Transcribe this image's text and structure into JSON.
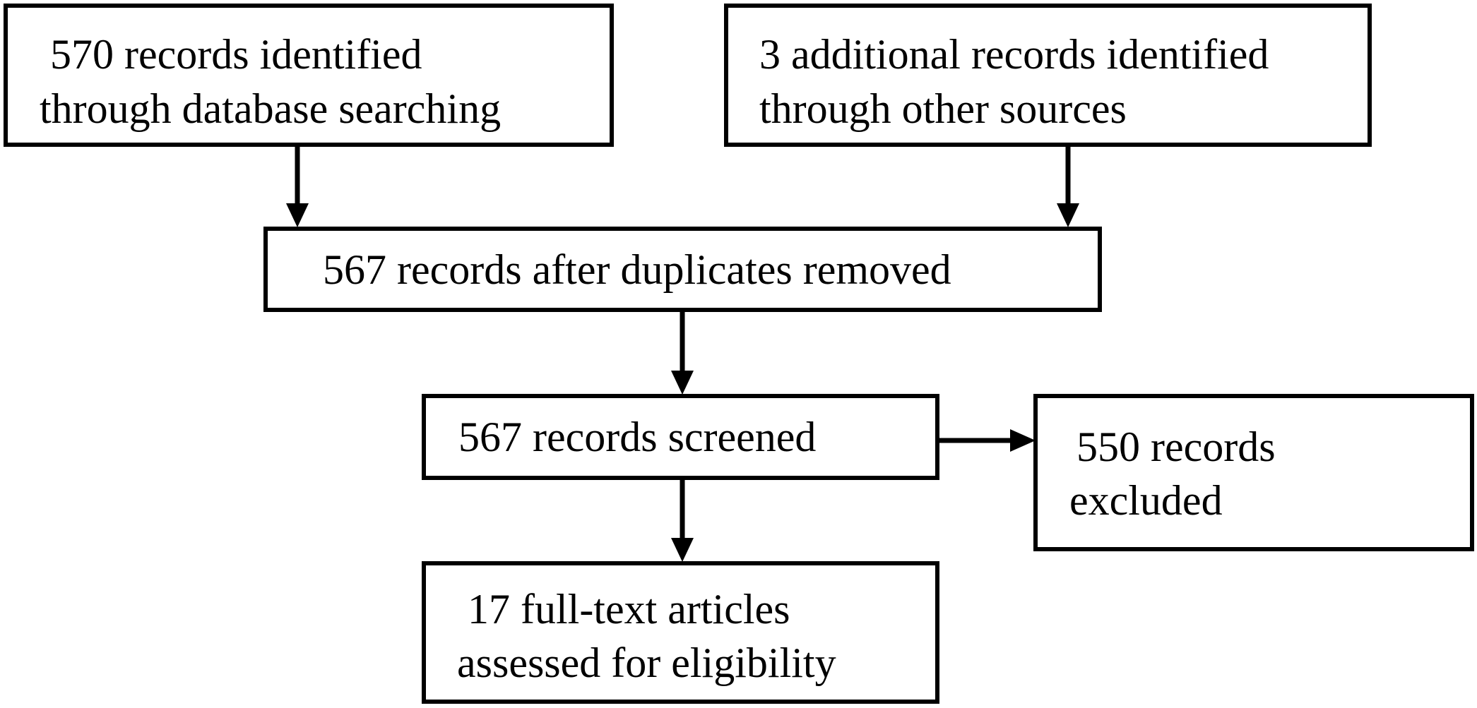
{
  "flowchart": {
    "identified_database": {
      "line1": " 570 records identified",
      "line2": "through database searching"
    },
    "identified_other": {
      "line1": "3 additional records identified",
      "line2": "through other sources"
    },
    "after_duplicates": {
      "line1": "567 records after duplicates removed"
    },
    "screened": {
      "line1": "567 records screened"
    },
    "excluded": {
      "line1": " 550 records",
      "line2": "excluded"
    },
    "full_text": {
      "line1": " 17 full-text articles",
      "line2": "assessed for eligibility"
    }
  },
  "colors": {
    "stroke": "#000000",
    "background": "#ffffff"
  }
}
